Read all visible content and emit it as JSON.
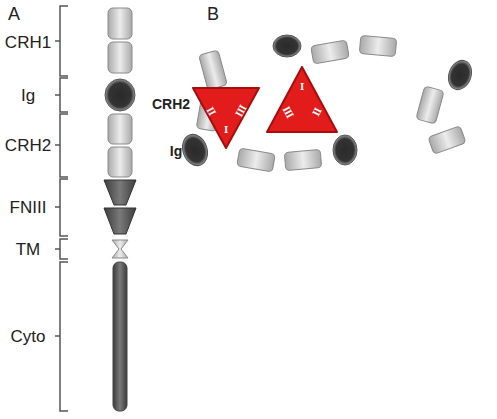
{
  "diagram": {
    "nodes": [
      {
        "text": [
          "III",
          "II",
          "I"
        ]
      },
      {
        "text": [
          "I",
          "III",
          "II"
        ]
      }
    ],
    "labels": [
      "A",
      "CRH1",
      "Ig",
      "CRH2",
      "FNIII",
      "TM",
      "Cyto",
      "B",
      "CRH2",
      "Ig"
    ]
  }
}
